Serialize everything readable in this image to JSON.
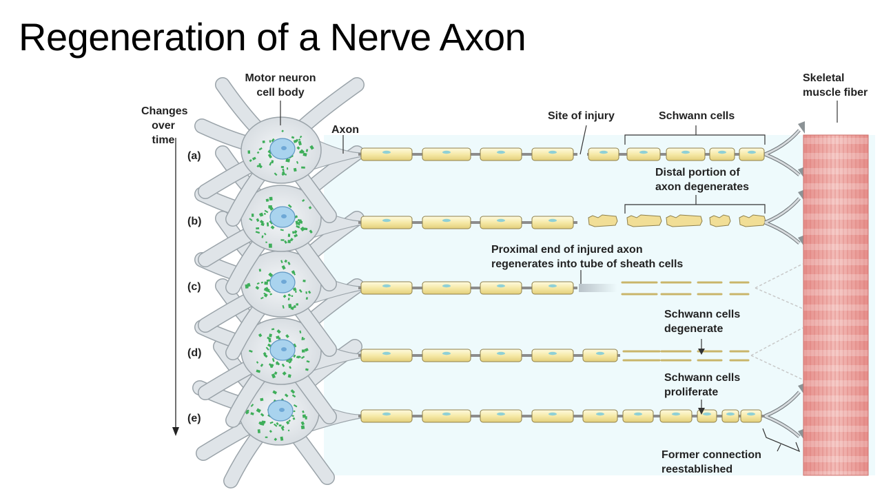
{
  "title": "Regeneration of a Nerve Axon",
  "labels": {
    "motor_neuron": "Motor neuron\ncell body",
    "changes_over_time": "Changes\nover time",
    "axon": "Axon",
    "site_of_injury": "Site of injury",
    "schwann_cells": "Schwann cells",
    "skeletal_muscle": "Skeletal\nmuscle fiber",
    "distal_portion": "Distal portion of\naxon degenerates",
    "proximal_end": "Proximal end of injured axon\nregenerates into tube of sheath cells",
    "schwann_degenerate": "Schwann cells\ndegenerate",
    "schwann_proliferate": "Schwann cells\nproliferate",
    "former_connection": "Former connection\nreestablished"
  },
  "stages": [
    "(a)",
    "(b)",
    "(c)",
    "(d)",
    "(e)"
  ],
  "colors": {
    "background_panel": "#eefafc",
    "cell_body": "#dfe4e8",
    "nucleus": "#a9d3ee",
    "granules": "#3fae5a",
    "schwann_cell": "#f5e7a6",
    "axon": "#8c8c8c",
    "muscle": "#eba9a5"
  }
}
